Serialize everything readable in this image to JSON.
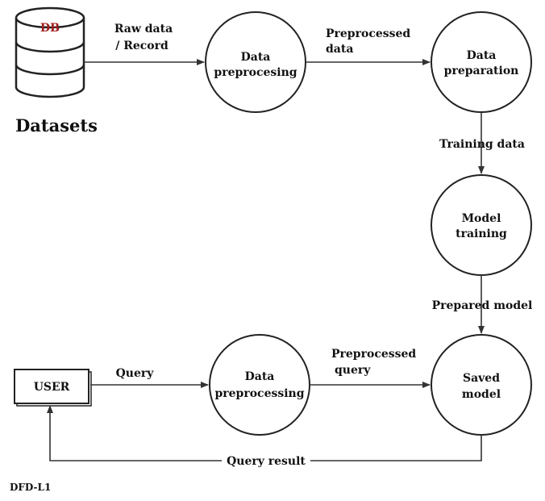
{
  "datastore": {
    "db_label": "DB",
    "caption": "Datasets"
  },
  "processes": {
    "p1": [
      "Data",
      "preprocesing"
    ],
    "p2": [
      "Data",
      "preparation"
    ],
    "p3": [
      "Model",
      "training"
    ],
    "p4": [
      "Data",
      "preprocessing"
    ],
    "p5": [
      "Saved",
      "model"
    ]
  },
  "entity": {
    "user": "USER"
  },
  "flows": {
    "raw": [
      "Raw data",
      "/ Record"
    ],
    "pre1": [
      "Preprocessed",
      "data"
    ],
    "training": "Training data",
    "prepared": "Prepared model",
    "query": "Query",
    "pre2": [
      "Preprocessed",
      "query"
    ],
    "result": "Query result"
  },
  "footer": "DFD-L1"
}
